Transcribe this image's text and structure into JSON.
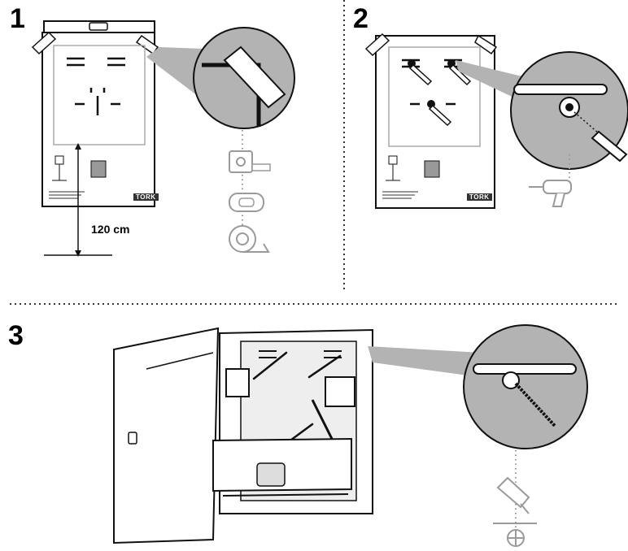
{
  "steps": [
    {
      "number": "1"
    },
    {
      "number": "2"
    },
    {
      "number": "3"
    }
  ],
  "measurement": {
    "height_label": "120 cm"
  },
  "template": {
    "brand": "TORK"
  },
  "colors": {
    "gray_zoom": "#b3b3b3",
    "light_gray": "#9a9a9a",
    "outline": "#111111"
  },
  "icons": [
    "template-sheet-icon",
    "ruler-icon",
    "spirit-level-icon",
    "tape-icon",
    "drill-icon",
    "wall-plug-icon",
    "screw-icon",
    "screwdriver-icon",
    "dispenser-icon"
  ]
}
